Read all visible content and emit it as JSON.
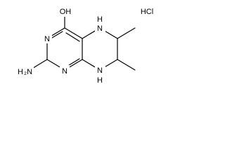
{
  "molecule": {
    "atoms": {
      "oh": "OH",
      "hcl": "HCl",
      "n3": "N",
      "n1": "N",
      "h2n": "H",
      "h2n_n": "₂N",
      "n5_n": "N",
      "n5_h": "H",
      "n8_n": "N",
      "n8_h": "H"
    }
  }
}
